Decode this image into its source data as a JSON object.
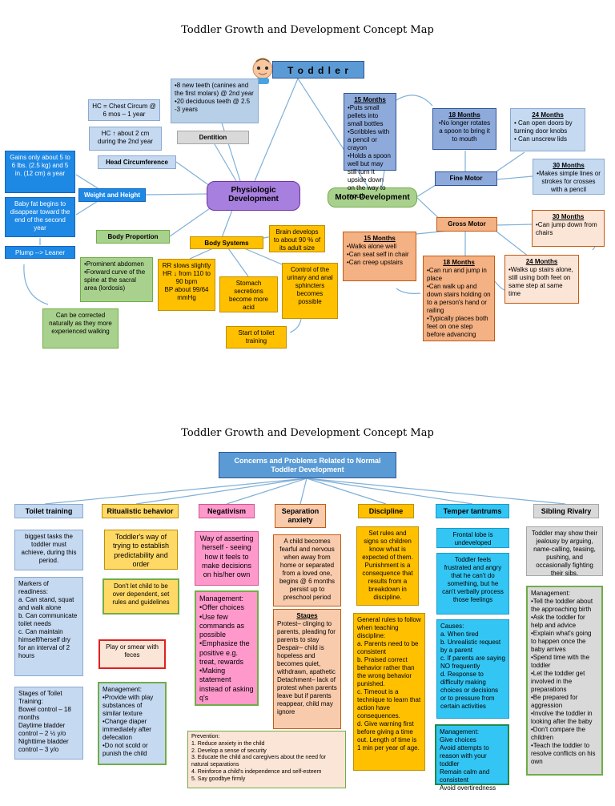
{
  "map1": {
    "title": "Toddler Growth and Development Concept Map",
    "toddler": "T o d d l e r",
    "physiologic": "Physiologic Development",
    "motor": "Motor Development",
    "dentition_label": "Dentition",
    "dentition_text": "•8 new teeth (canines and the first molars) @ 2nd year\n•20 deciduous teeth @ 2.5 -3 years",
    "hc_note": "HC = Chest Circum @ 6 mos – 1 year",
    "hc_up": "HC ↑ about 2 cm during the 2nd year",
    "head_circ": "Head Circumference",
    "gains": "Gains only about 5 to 6 lbs. (2.5 kg) and 5 in. (12 cm) a year",
    "weight_height": "Weight and Height",
    "baby_fat": "Baby fat begins to disappear toward the end of the second year",
    "plump": "Plump --> Leaner",
    "body_proportion": "Body Proportion",
    "abdomen": "•Prominent abdomen\n•Forward curve of the spine at the sacral area (lordosis)",
    "corrected": "Can be corrected naturally as they more experienced walking",
    "body_systems": "Body Systems",
    "brain": "Brain develops to about 90 % of its adult size",
    "rr": "RR slows slightly\nHR ↓ from 110 to 90 bpm\nBP about 99/64 mmHg",
    "stomach": "Stomach secretions become more acid",
    "control": "Control of the urinary and anal sphincters becomes possible",
    "toilet_start": "Start of toilet training",
    "m15_title": "15 Months",
    "m15_text": "•Puts small pellets into small bottles\n•Scribbles with a pencil or crayon\n•Holds a spoon well but may still turn it upside down on the way to mouth",
    "m18_title": "18 Months",
    "m18_text": "•No longer rotates a spoon to bring it to mouth",
    "m24_title": "24 Months",
    "m24_text": "• Can open doors by turning door knobs\n• Can unscrew lids",
    "fine_motor": "Fine Motor",
    "m30_title": "30 Months",
    "m30_text": "•Makes simple lines or strokes for crosses with a pencil",
    "gross_motor": "Gross Motor",
    "g15_title": "15 Months",
    "g15_text": "•Walks alone well\n•Can seat self in chair\n•Can creep upstairs",
    "g18_title": "18 Months",
    "g18_text": "•Can run and jump in place\n•Can walk up and down stairs holding on to a person's hand or railing\n•Typically places both feet on one step before advancing",
    "g24_title": "24 Months",
    "g24_text": "•Walks up stairs alone, still using both feet on same step at same time",
    "g30_title": "30 Months",
    "g30_text": "•Can jump down from chairs"
  },
  "map2": {
    "title": "Toddler Growth and Development Concept Map",
    "root": "Concerns and Problems Related to Normal Toddler Development",
    "toilet": {
      "header": "Toilet training",
      "b1": "biggest tasks the toddler must achieve, during this period.",
      "b2": "Markers of readiness:\na. Can stand, squat and walk alone\nb. Can communicate toilet needs\nc. Can maintain himself/herself dry for an interval of 2 hours",
      "b3": "Stages of Toilet Training:\nBowel control – 18 months\nDaytime bladder control – 2 ½ y/o\nNighttime bladder control – 3 y/o"
    },
    "ritual": {
      "header": "Ritualistic behavior",
      "b1": "Toddler's way of trying to establish predictability and order",
      "b2": "Don't let child to be over dependent, set rules and guidelines",
      "b3": "Play or smear with feces",
      "b4": "Management:\n•Provide with play substances of similar texture\n•Change diaper immediately after defecation\n•Do not scold or punish the child"
    },
    "neg": {
      "header": "Negativism",
      "b1": "Way of asserting herself - seeing how it feels to make decisions on his/her own",
      "b2": "Management:\n•Offer choices\n•Use few commands as possible\n•Emphasize the positive e.g. treat, rewards\n•Making statement instead of asking q's"
    },
    "sep": {
      "header": "Separation anxiety",
      "b1": "A child becomes fearful and nervous when away from home or separated from a loved one, begins @ 6 months persist up to preschool period",
      "stages": "Stages",
      "b2": "Protest– clinging to parents, pleading for parents to stay\nDespair– child is hopeless and becomes quiet, withdrawn, apathetic\nDetachment– lack of protest when parents leave but if parents reappear, child may ignore"
    },
    "prevention": "Prevention:\n1. Reduce anxiety in the child\n2. Develop a sense of security\n3. Educate the child and caregivers about the need for natural separations\n4. Reinforce a child's independence and self-esteem\n5. Say goodbye firmly",
    "disc": {
      "header": "Discipline",
      "b1": "Set rules and signs so children know what is expected of them. Punishment is a consequence that results from a breakdown in discipline.",
      "b2": "General rules to follow when teaching discipline:\na. Parents need to be consistent\nb. Praised correct behavior rather than the wrong behavior punished.\nc. Timeout is a technique to learn that action have consequences.\nd. Give warning first before giving a time out. Length of time is 1 min per year of age."
    },
    "temper": {
      "header": "Temper tantrums",
      "b1": "Frontal lobe is undeveloped",
      "b2": "Toddler feels frustrated and angry that he can't do something, but he can't verbally process those feelings",
      "b3": "Causes:\na. When tired\nb. Unrealistic request by a parent\nc. If parents are saying NO frequently\nd. Response to difficulty making choices or decisions or to pressure from certain activities",
      "b4": "Management:\nGive choices\nAvoid attempts to reason with your toddler\nRemain calm and consistent\nAvoid overtiredness"
    },
    "sib": {
      "header": "Sibling Rivalry",
      "b1": "Toddler may show their jealousy by arguing, name-calling, teasing, pushing, and occasionally fighting their sibs.",
      "b2": "Management:\n•Tell the toddler about the approaching birth\n•Ask the toddler for help and advice\n•Explain what's going to happen once the baby arrives\n•Spend time with the toddler\n•Let the toddler get involved in the preparations\n•Be prepared for aggression\n•Involve the toddler in looking after the baby\n•Don't compare the children\n•Teach the toddler to resolve conflicts on his own"
    }
  }
}
